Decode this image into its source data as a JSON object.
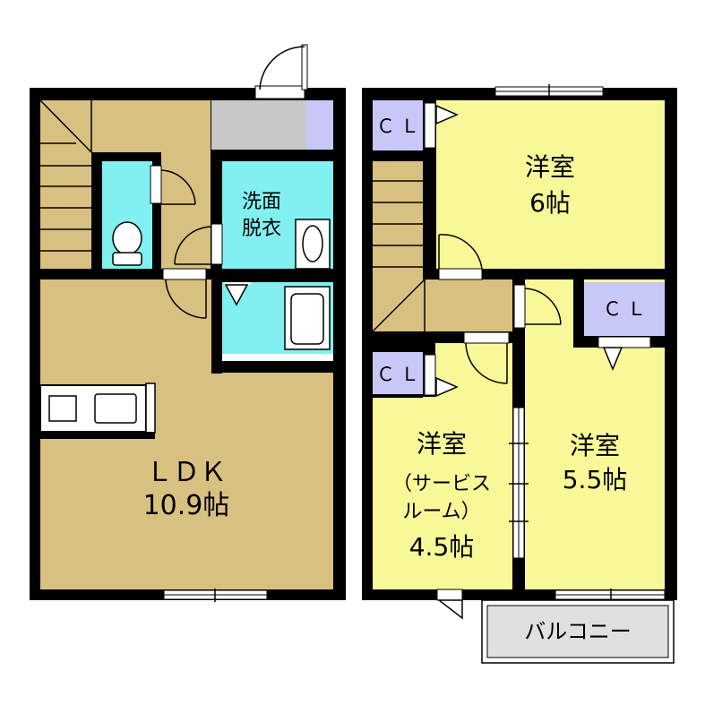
{
  "rooms": {
    "ldk": {
      "name": "ＬＤＫ",
      "size": "10.9帖"
    },
    "senmen": {
      "line1": "洗面",
      "line2": "脱衣"
    },
    "room_6": {
      "name": "洋室",
      "size": "6帖"
    },
    "room_55": {
      "name": "洋室",
      "size": "5.5帖"
    },
    "room_45": {
      "name": "洋室",
      "line2": "（サービス",
      "line3": "ルーム）",
      "size": "4.5帖"
    },
    "closet_tl": "ＣＬ",
    "closet_ml": "ＣＬ",
    "closet_r": "ＣＬ",
    "balcony": "バルコニー"
  },
  "colors": {
    "wall": "#000000",
    "floor_wood": "#d8c080",
    "wet_area": "#80f0f0",
    "bedroom": "#f8f898",
    "closet": "#c8c8f8",
    "storage_gray": "#c8c8c8",
    "balcony_bg": "#e0e0e0"
  }
}
